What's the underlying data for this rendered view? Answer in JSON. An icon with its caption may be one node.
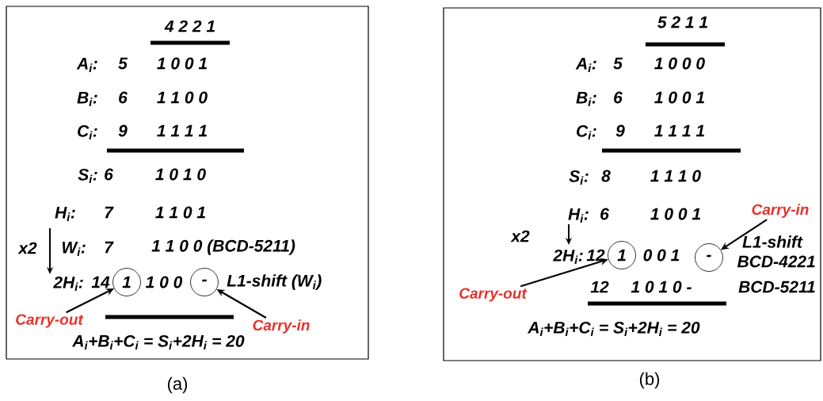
{
  "diagram": {
    "nodes": [
      {
        "text": [],
        "shape": "box",
        "beside": [
          "(a)"
        ]
      },
      {
        "text": [
          "1"
        ],
        "in": 0
      },
      {
        "text": [
          "-"
        ],
        "in": 0
      },
      {
        "text": [
          "Carry-out"
        ],
        "in": 0
      },
      {
        "text": [
          "Carry-in"
        ],
        "in": 0
      },
      {
        "text": [],
        "shape": "box",
        "beside": [
          "(b)"
        ]
      },
      {
        "text": [
          "1"
        ],
        "in": 5
      },
      {
        "text": [
          "-"
        ],
        "in": 5
      },
      {
        "text": [
          "Carry-in"
        ],
        "in": 5
      },
      {
        "text": [
          "Carry-out"
        ],
        "in": 5
      }
    ],
    "edges": [
      {
        "from": 3,
        "to": 1,
        "arrow": "to"
      },
      {
        "from": 4,
        "to": 2,
        "arrow": "to"
      },
      {
        "from": 8,
        "to": 7,
        "arrow": "to"
      },
      {
        "from": 9,
        "to": 6,
        "arrow": "to"
      }
    ],
    "labels": [
      "4 2 2 1",
      "A$_{i}$:",
      "5",
      "1 0 0 1",
      "B$_{i}$:",
      "6",
      "1 1 0 0",
      "C$_{i}$:",
      "9",
      "1 1 1 1",
      "S$_{i}$:",
      "6",
      "1 0 1 0",
      "H$_{i}$:",
      "7",
      "1 1 0 1",
      "x2",
      "W$_{i}$:",
      "7",
      "1 1 0 0 (BCD-5211)",
      "2H$_{i}$:",
      "14",
      "1 0 0",
      "L1-shift (W$_{i}$)",
      "A$_{i}$+B$_{i}$+C$_{i}$ = S$_{i}$+2H$_{i}$ = 20",
      "5 2 1 1",
      "A$_{i}$:",
      "5",
      "1 0 0 0",
      "B$_{i}$:",
      "6",
      "1 0 0 1",
      "C$_{i}$:",
      "9",
      "1 1 1 1",
      "S$_{i}$:",
      "8",
      "1 1 1 0",
      "H$_{i}$:",
      "6",
      "1 0 0 1",
      "x2",
      "2H$_{i}$:",
      "12",
      "0 0 1",
      "L1-shift",
      "BCD-4221",
      "12",
      "1 0 1 0 -",
      "BCD-5211",
      "A$_{i}$+B$_{i}$+C$_{i}$ = S$_{i}$+2H$_{i}$ = 20"
    ]
  }
}
